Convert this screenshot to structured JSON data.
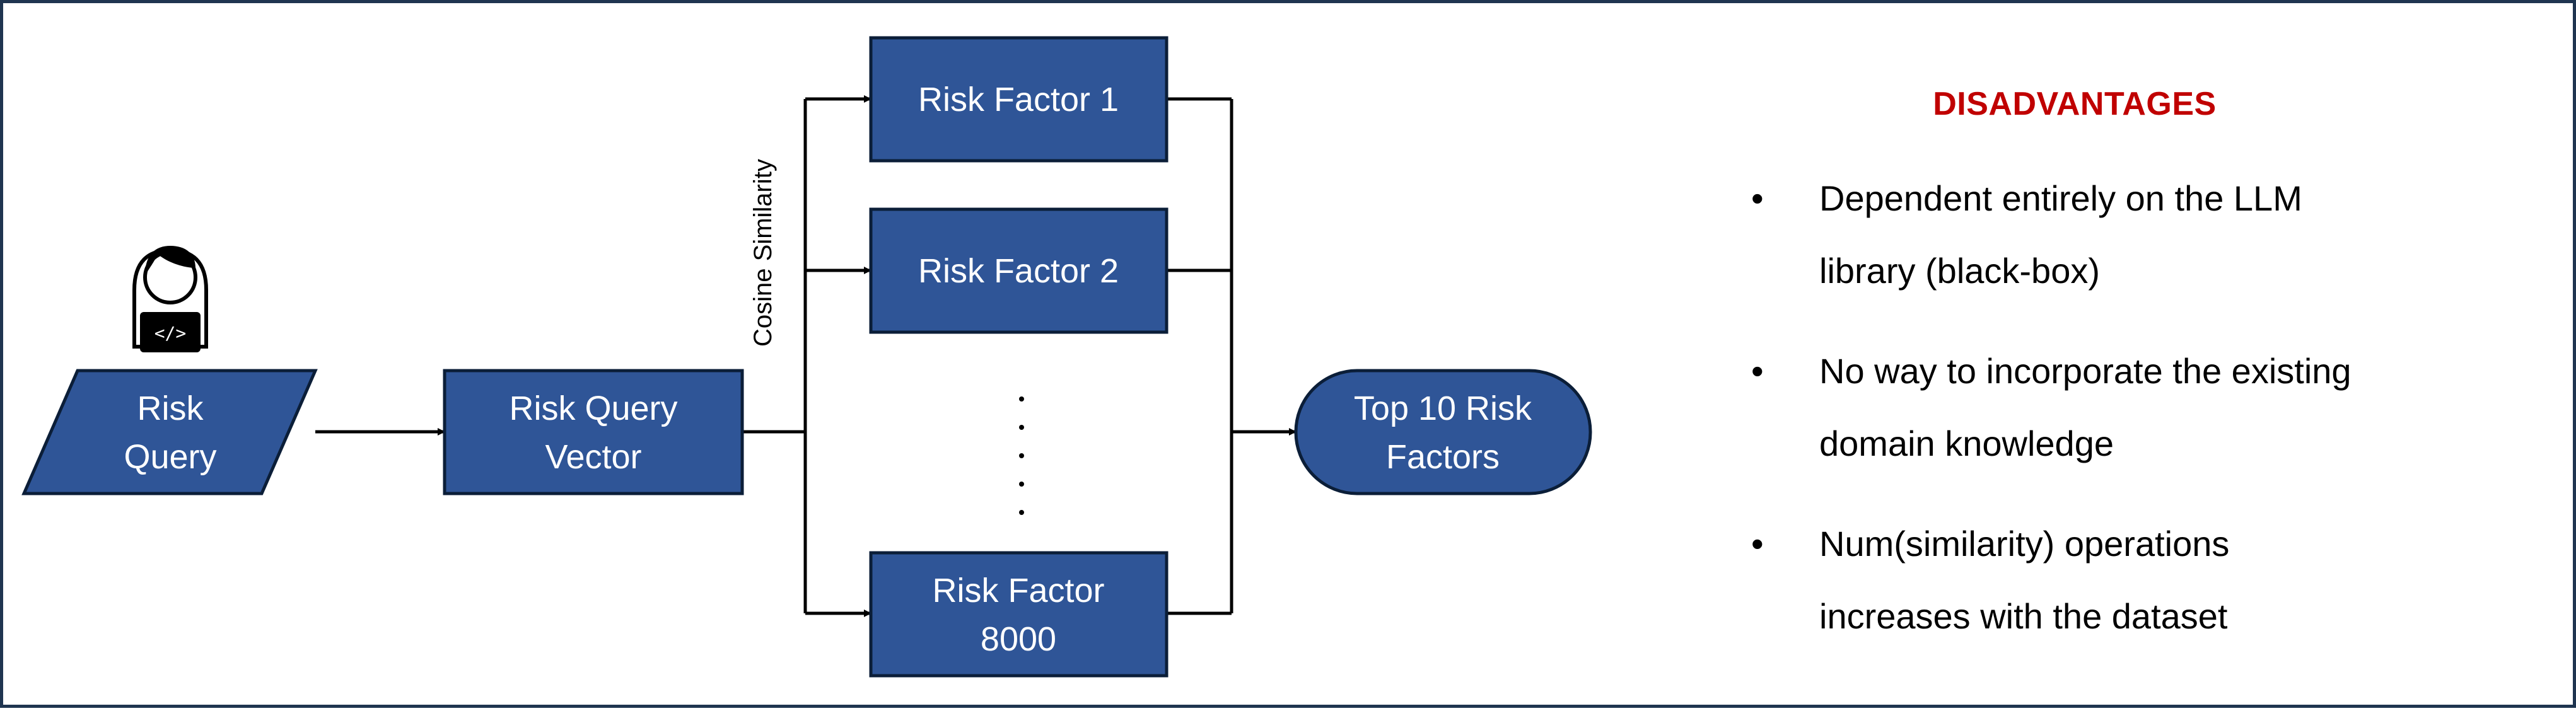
{
  "nodes": {
    "risk_query": [
      "Risk",
      "Query"
    ],
    "risk_query_vector": [
      "Risk Query",
      "Vector"
    ],
    "risk_factor_1": [
      "Risk Factor 1"
    ],
    "risk_factor_2": [
      "Risk Factor 2"
    ],
    "risk_factor_8000": [
      "Risk Factor",
      "8000"
    ],
    "top_10": [
      "Top 10 Risk",
      "Factors"
    ]
  },
  "edge_label": "Cosine Similarity",
  "ellipsis": "·····",
  "user_icon": "developer-user-icon",
  "colors": {
    "node_fill": "#2f5597",
    "node_stroke": "#0b1e38",
    "frame": "#1f3550",
    "heading": "#c00000"
  },
  "disadvantages": {
    "title": "DISADVANTAGES",
    "items": [
      [
        "Dependent entirely on the LLM",
        "library (black-box)"
      ],
      [
        "No way to incorporate the existing",
        "domain knowledge"
      ],
      [
        "Num(similarity) operations",
        "increases with the dataset"
      ]
    ]
  }
}
